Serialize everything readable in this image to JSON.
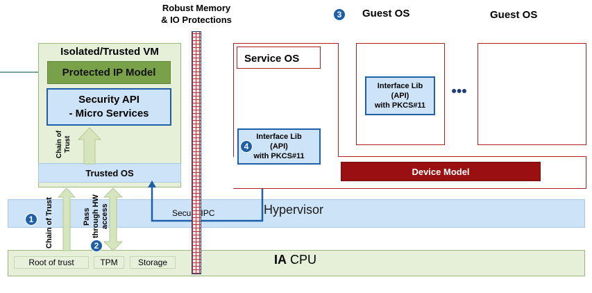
{
  "memory_label": {
    "line1": "Robust Memory",
    "line2": "& IO Protections"
  },
  "trusted_vm": {
    "title": "Isolated/Trusted VM",
    "protected_ip": "Protected IP Model",
    "security_api_line1": "Security API",
    "security_api_line2": "- Micro Services",
    "chain_of_trust_inner": "Chain of Trust",
    "trusted_os": "Trusted OS"
  },
  "service_os": {
    "title": "Service OS",
    "iface_line1": "Interface Lib",
    "iface_line2": "(API)",
    "iface_line3": "with PKCS#11",
    "device_model": "Device Model"
  },
  "guest_os": {
    "title1": "Guest OS",
    "title2": "Guest OS",
    "iface_line1": "Interface Lib",
    "iface_line2": "(API)",
    "iface_line3": "with PKCS#11",
    "ellipsis": "●●●"
  },
  "hypervisor": {
    "label": "Hypervisor",
    "secure_ipc": "Secure IPC"
  },
  "cpu": {
    "label_bold": "IA",
    "label_rest": " CPU",
    "root_of_trust": "Root of trust",
    "tpm": "TPM",
    "storage": "Storage",
    "chain_of_trust_outer": "Chain of Trust",
    "pass_through": "Pass through HW access"
  },
  "badges": {
    "b1": "1",
    "b2": "2",
    "b3": "3",
    "b4": "4"
  },
  "colors": {
    "green_light": "#e6efd8",
    "green_dark": "#79a14a",
    "blue_light": "#cde3f7",
    "blue_border": "#1f5fa8",
    "red": "#b01c1c",
    "dark_red": "#9a1010"
  }
}
